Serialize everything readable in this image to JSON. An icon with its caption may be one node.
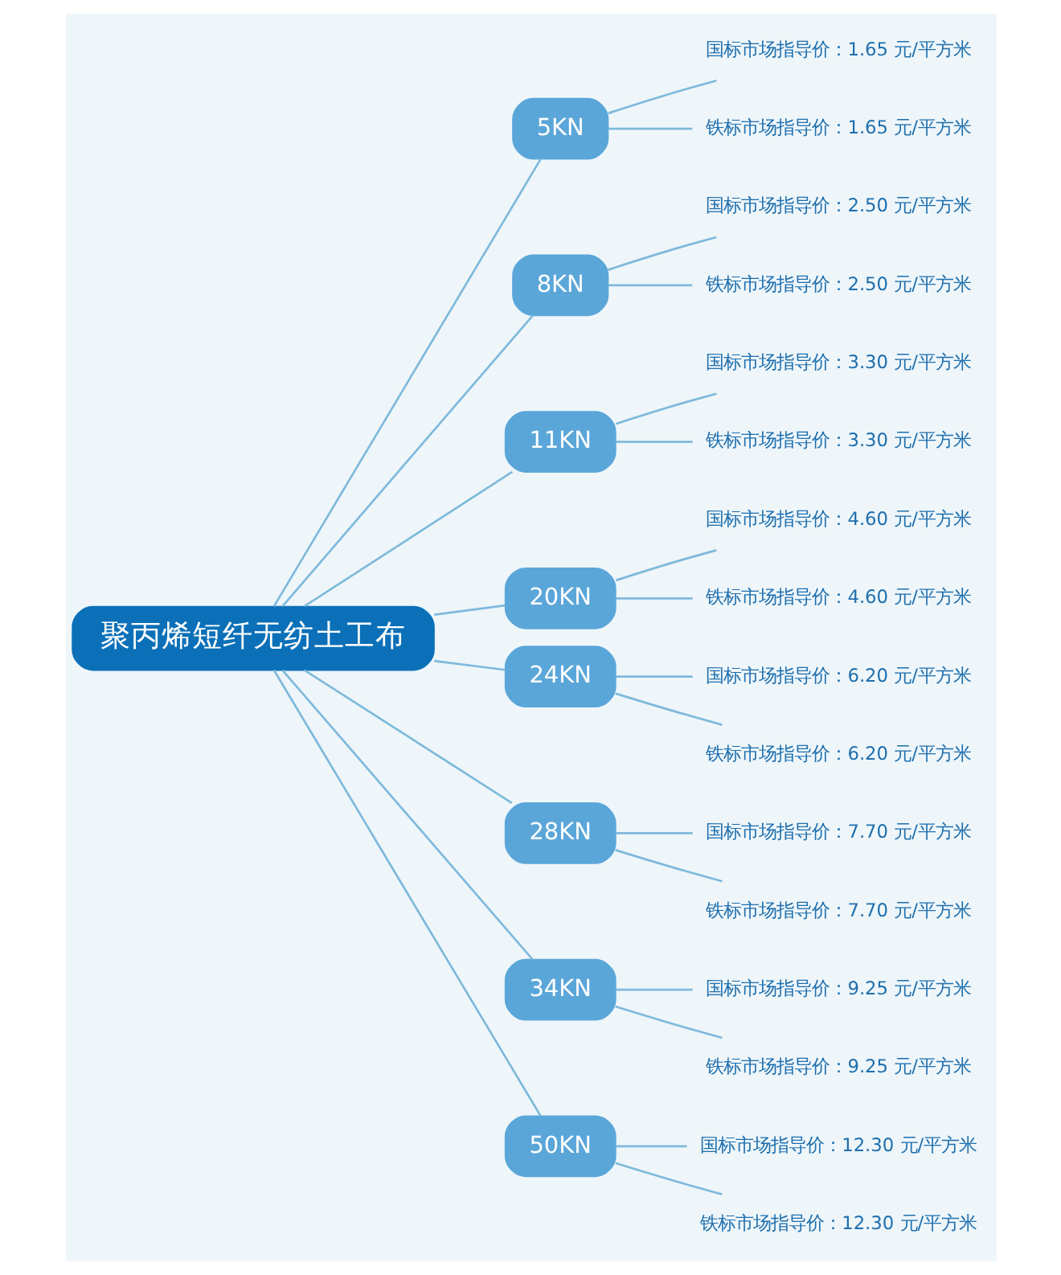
{
  "diagram": {
    "nodes": [
      {
        "text": [
          "聚丙烯短纤无纺土工布"
        ]
      },
      {
        "text": [
          "5KN"
        ]
      },
      {
        "text": [
          "国标市场指导价：1.65 元/平方米"
        ]
      },
      {
        "text": [
          "铁标市场指导价：1.65 元/平方米"
        ]
      },
      {
        "text": [
          "8KN"
        ]
      },
      {
        "text": [
          "国标市场指导价：2.50 元/平方米"
        ]
      },
      {
        "text": [
          "铁标市场指导价：2.50 元/平方米"
        ]
      },
      {
        "text": [
          "11KN"
        ]
      },
      {
        "text": [
          "国标市场指导价：3.30 元/平方米"
        ]
      },
      {
        "text": [
          "铁标市场指导价：3.30 元/平方米"
        ]
      },
      {
        "text": [
          "20KN"
        ]
      },
      {
        "text": [
          "国标市场指导价：4.60 元/平方米"
        ]
      },
      {
        "text": [
          "铁标市场指导价：4.60 元/平方米"
        ]
      },
      {
        "text": [
          "24KN"
        ]
      },
      {
        "text": [
          "国标市场指导价：6.20 元/平方米"
        ]
      },
      {
        "text": [
          "铁标市场指导价：6.20 元/平方米"
        ]
      },
      {
        "text": [
          "28KN"
        ]
      },
      {
        "text": [
          "国标市场指导价：7.70 元/平方米"
        ]
      },
      {
        "text": [
          "铁标市场指导价：7.70 元/平方米"
        ]
      },
      {
        "text": [
          "34KN"
        ]
      },
      {
        "text": [
          "国标市场指导价：9.25 元/平方米"
        ]
      },
      {
        "text": [
          "铁标市场指导价：9.25 元/平方米"
        ]
      },
      {
        "text": [
          "50KN"
        ]
      },
      {
        "text": [
          "国标市场指导价：12.30 元/平方米"
        ]
      },
      {
        "text": [
          "铁标市场指导价：12.30 元/平方米"
        ]
      }
    ],
    "edges": [
      {
        "from": 0,
        "to": 1,
        "arrow": "none"
      },
      {
        "from": 1,
        "to": 2,
        "arrow": "none"
      },
      {
        "from": 1,
        "to": 3,
        "arrow": "none"
      },
      {
        "from": 0,
        "to": 4,
        "arrow": "none"
      },
      {
        "from": 4,
        "to": 5,
        "arrow": "none"
      },
      {
        "from": 4,
        "to": 6,
        "arrow": "none"
      },
      {
        "from": 0,
        "to": 7,
        "arrow": "none"
      },
      {
        "from": 7,
        "to": 8,
        "arrow": "none"
      },
      {
        "from": 7,
        "to": 9,
        "arrow": "none"
      },
      {
        "from": 0,
        "to": 10,
        "arrow": "none"
      },
      {
        "from": 10,
        "to": 11,
        "arrow": "none"
      },
      {
        "from": 10,
        "to": 12,
        "arrow": "none"
      },
      {
        "from": 0,
        "to": 13,
        "arrow": "none"
      },
      {
        "from": 13,
        "to": 14,
        "arrow": "none"
      },
      {
        "from": 13,
        "to": 15,
        "arrow": "none"
      },
      {
        "from": 0,
        "to": 16,
        "arrow": "none"
      },
      {
        "from": 16,
        "to": 17,
        "arrow": "none"
      },
      {
        "from": 16,
        "to": 18,
        "arrow": "none"
      },
      {
        "from": 0,
        "to": 19,
        "arrow": "none"
      },
      {
        "from": 19,
        "to": 20,
        "arrow": "none"
      },
      {
        "from": 19,
        "to": 21,
        "arrow": "none"
      },
      {
        "from": 0,
        "to": 22,
        "arrow": "none"
      },
      {
        "from": 22,
        "to": 23,
        "arrow": "none"
      },
      {
        "from": 22,
        "to": 24,
        "arrow": "none"
      }
    ]
  }
}
